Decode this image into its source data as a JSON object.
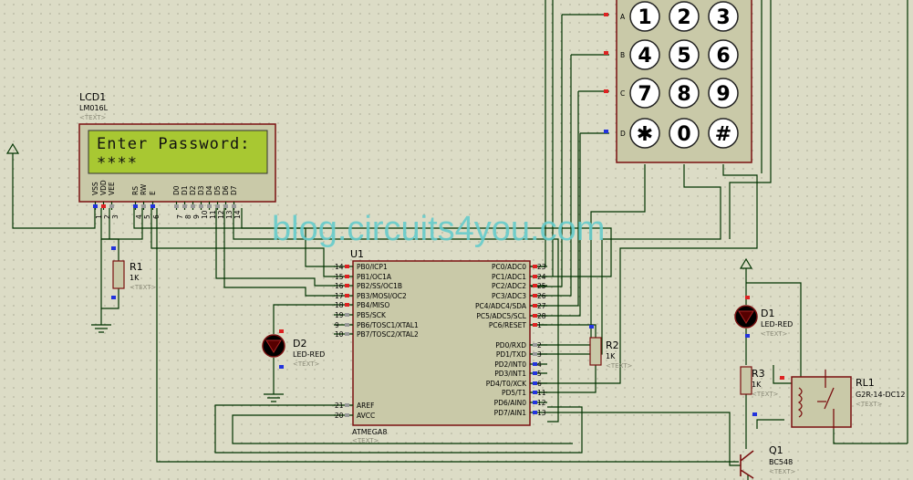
{
  "watermark": "blog.circuits4you.com",
  "text_placeholder": "<TEXT>",
  "lcd": {
    "ref": "LCD1",
    "model": "LM016L",
    "line1": "Enter Password:",
    "line2": "****",
    "pins": [
      "VSS",
      "VDD",
      "VEE",
      "RS",
      "RW",
      "E",
      "D0",
      "D1",
      "D2",
      "D3",
      "D4",
      "D5",
      "D6",
      "D7"
    ],
    "pin_numbers": [
      "1",
      "2",
      "3",
      "4",
      "5",
      "6",
      "7",
      "8",
      "9",
      "10",
      "11",
      "12",
      "13",
      "14"
    ]
  },
  "mcu": {
    "ref": "U1",
    "model": "ATMEGA8",
    "left_pins": [
      {
        "n": "14",
        "l": "PB0/ICP1"
      },
      {
        "n": "15",
        "l": "PB1/OC1A"
      },
      {
        "n": "16",
        "l": "PB2/SS/OC1B"
      },
      {
        "n": "17",
        "l": "PB3/MOSI/OC2"
      },
      {
        "n": "18",
        "l": "PB4/MISO"
      },
      {
        "n": "19",
        "l": "PB5/SCK"
      },
      {
        "n": "9",
        "l": "PB6/TOSC1/XTAL1"
      },
      {
        "n": "10",
        "l": "PB7/TOSC2/XTAL2"
      }
    ],
    "left_pins2": [
      {
        "n": "21",
        "l": "AREF"
      },
      {
        "n": "20",
        "l": "AVCC"
      }
    ],
    "right_pins": [
      {
        "n": "23",
        "l": "PC0/ADC0"
      },
      {
        "n": "24",
        "l": "PC1/ADC1"
      },
      {
        "n": "25",
        "l": "PC2/ADC2"
      },
      {
        "n": "26",
        "l": "PC3/ADC3"
      },
      {
        "n": "27",
        "l": "PC4/ADC4/SDA"
      },
      {
        "n": "28",
        "l": "PC5/ADC5/SCL"
      },
      {
        "n": "1",
        "l": "PC6/RESET"
      }
    ],
    "right_pins2": [
      {
        "n": "2",
        "l": "PD0/RXD"
      },
      {
        "n": "3",
        "l": "PD1/TXD"
      },
      {
        "n": "4",
        "l": "PD2/INT0"
      },
      {
        "n": "5",
        "l": "PD3/INT1"
      },
      {
        "n": "6",
        "l": "PD4/T0/XCK"
      },
      {
        "n": "11",
        "l": "PD5/T1"
      },
      {
        "n": "12",
        "l": "PD6/AIN0"
      },
      {
        "n": "13",
        "l": "PD7/AIN1"
      }
    ]
  },
  "keypad": {
    "rows": [
      "A",
      "B",
      "C",
      "D"
    ],
    "keys": [
      [
        "1",
        "2",
        "3"
      ],
      [
        "4",
        "5",
        "6"
      ],
      [
        "7",
        "8",
        "9"
      ],
      [
        "✱",
        "0",
        "#"
      ]
    ]
  },
  "r1": {
    "ref": "R1",
    "value": "1K"
  },
  "r2": {
    "ref": "R2",
    "value": "1K"
  },
  "r3": {
    "ref": "R3",
    "value": "1K"
  },
  "d1": {
    "ref": "D1",
    "model": "LED-RED"
  },
  "d2": {
    "ref": "D2",
    "model": "LED-RED"
  },
  "rl1": {
    "ref": "RL1",
    "model": "G2R-14-DC12"
  },
  "q1": {
    "ref": "Q1",
    "model": "BC548"
  }
}
